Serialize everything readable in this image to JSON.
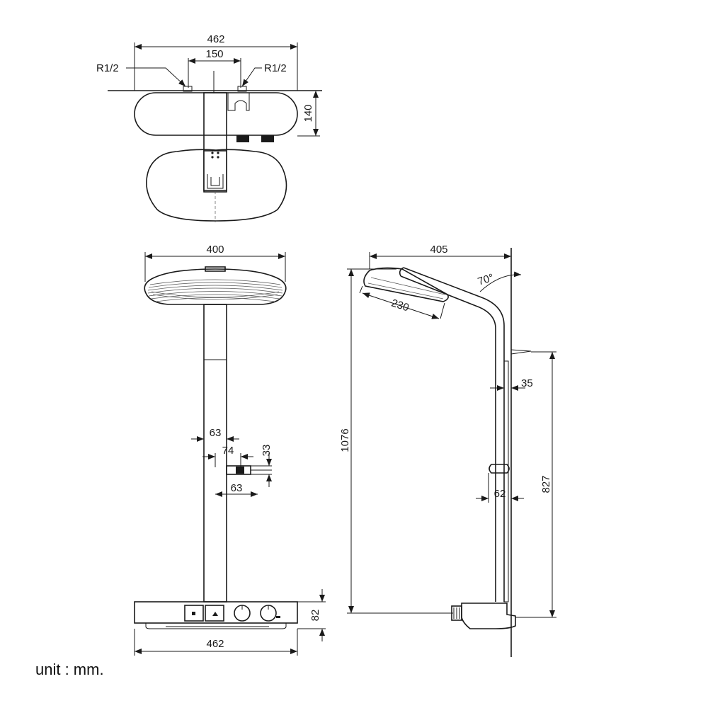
{
  "unit_label": "unit : mm.",
  "top_view": {
    "width": "462",
    "inlet_spacing": "150",
    "inlet_left": "R1/2",
    "inlet_right": "R1/2",
    "depth": "140"
  },
  "front_view": {
    "head_width": "400",
    "pipe_width": "63",
    "holder_offset": "74",
    "holder_height": "33",
    "holder_width": "63",
    "body_width": "462",
    "body_height": "82"
  },
  "side_view": {
    "reach": "405",
    "angle": "70°",
    "head_length": "230",
    "total_height": "1076",
    "wall_gap": "35",
    "rail_height": "827",
    "holder_depth": "62"
  }
}
